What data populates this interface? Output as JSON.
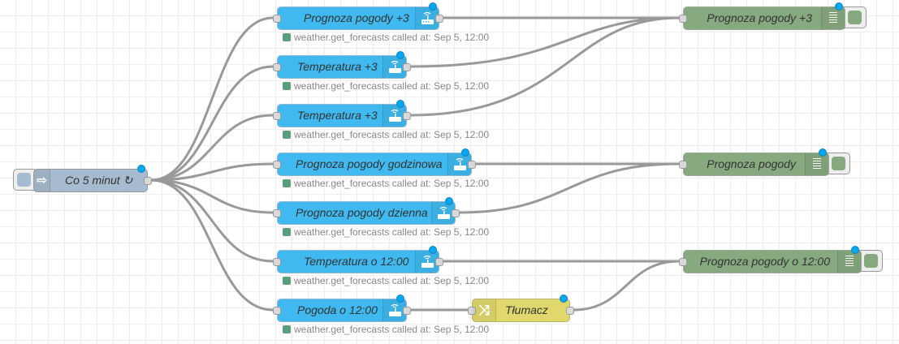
{
  "inject": {
    "label": "Co 5 minut ↻"
  },
  "calls": [
    {
      "label": "Prognoza pogody +3",
      "status": "weather.get_forecasts called at: Sep 5, 12:00"
    },
    {
      "label": "Temperatura +3",
      "status": "weather.get_forecasts called at: Sep 5, 12:00"
    },
    {
      "label": "Temperatura +3",
      "status": "weather.get_forecasts called at: Sep 5, 12:00"
    },
    {
      "label": "Prognoza pogody godzinowa",
      "status": "weather.get_forecasts called at: Sep 5, 12:00"
    },
    {
      "label": "Prognoza pogody dzienna",
      "status": "weather.get_forecasts called at: Sep 5, 12:00"
    },
    {
      "label": "Temperatura o 12:00",
      "status": "weather.get_forecasts called at: Sep 5, 12:00"
    },
    {
      "label": "Pogoda o 12:00",
      "status": "weather.get_forecasts called at: Sep 5, 12:00"
    }
  ],
  "function": {
    "label": "Tłumacz"
  },
  "debugs": [
    {
      "label": "Prognoza pogody +3"
    },
    {
      "label": "Prognoza pogody"
    },
    {
      "label": "Prognoza pogody o 12:00"
    }
  ],
  "colors": {
    "call": "#3fb9ef",
    "debug": "#87a980",
    "function": "#e0d86d",
    "inject": "#a6bbcf",
    "status_ok": "#5a9e7d"
  }
}
